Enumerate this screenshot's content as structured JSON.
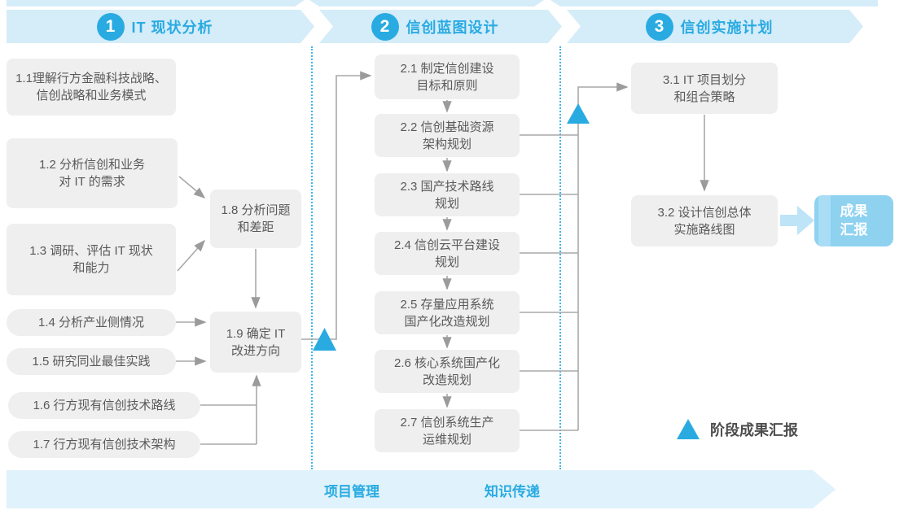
{
  "colors": {
    "accent": "#29ABE2",
    "banner_bg": "#D5ECF9",
    "box_bg": "#EFEFEF",
    "box_text": "#595959",
    "connector": "#9B9B9B",
    "result_bg": "#8ED2F0",
    "result_stripe": "#A9DDF5",
    "block_arrow": "#BEE4F7",
    "bottom_banner_bg": "#E0F2FB",
    "legend_text": "#4D4D4D"
  },
  "phases": [
    {
      "number": "1",
      "title": "IT 现状分析"
    },
    {
      "number": "2",
      "title": "信创蓝图设计"
    },
    {
      "number": "3",
      "title": "信创实施计划"
    }
  ],
  "steps": [
    {
      "id": "1.1",
      "lines": [
        "1.1理解行方金融科技战略、",
        "信创战略和业务模式"
      ]
    },
    {
      "id": "1.2",
      "lines": [
        "1.2 分析信创和业务",
        "对 IT 的需求"
      ]
    },
    {
      "id": "1.3",
      "lines": [
        "1.3 调研、评估 IT 现状",
        "和能力"
      ]
    },
    {
      "id": "1.4",
      "lines": [
        "1.4 分析产业侧情况"
      ]
    },
    {
      "id": "1.5",
      "lines": [
        "1.5 研究同业最佳实践"
      ]
    },
    {
      "id": "1.6",
      "lines": [
        "1.6 行方现有信创技术路线"
      ]
    },
    {
      "id": "1.7",
      "lines": [
        "1.7 行方现有信创技术架构"
      ]
    },
    {
      "id": "1.8",
      "lines": [
        "1.8 分析问题",
        "和差距"
      ]
    },
    {
      "id": "1.9",
      "lines": [
        "1.9 确定 IT",
        "改进方向"
      ]
    },
    {
      "id": "2.1",
      "lines": [
        "2.1 制定信创建设",
        "目标和原则"
      ]
    },
    {
      "id": "2.2",
      "lines": [
        "2.2 信创基础资源",
        "架构规划"
      ]
    },
    {
      "id": "2.3",
      "lines": [
        "2.3 国产技术路线",
        "规划"
      ]
    },
    {
      "id": "2.4",
      "lines": [
        "2.4 信创云平台建设",
        "规划"
      ]
    },
    {
      "id": "2.5",
      "lines": [
        "2.5 存量应用系统",
        "国产化改造规划"
      ]
    },
    {
      "id": "2.6",
      "lines": [
        "2.6 核心系统国产化",
        "改造规划"
      ]
    },
    {
      "id": "2.7",
      "lines": [
        "2.7 信创系统生产",
        "运维规划"
      ]
    },
    {
      "id": "3.1",
      "lines": [
        "3.1 IT 项目划分",
        "和组合策略"
      ]
    },
    {
      "id": "3.2",
      "lines": [
        "3.2 设计信创总体",
        "实施路线图"
      ]
    }
  ],
  "result_box": {
    "lines": [
      "成果",
      "汇报"
    ]
  },
  "legend": {
    "label": "阶段成果汇报"
  },
  "bottom": {
    "labels": [
      "项目管理",
      "知识传递"
    ]
  }
}
